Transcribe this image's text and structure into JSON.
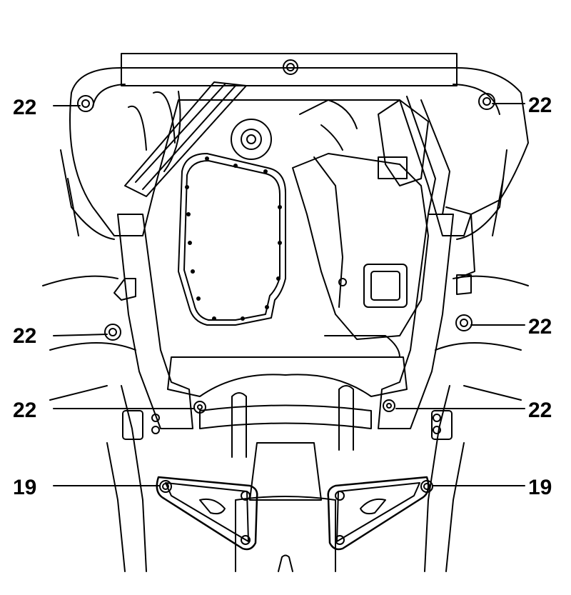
{
  "callouts": [
    {
      "id": "tl",
      "label": "22"
    },
    {
      "id": "tr",
      "label": "22"
    },
    {
      "id": "ml",
      "label": "22"
    },
    {
      "id": "mr",
      "label": "22"
    },
    {
      "id": "ll",
      "label": "22"
    },
    {
      "id": "lr",
      "label": "22"
    },
    {
      "id": "bl",
      "label": "19"
    },
    {
      "id": "br",
      "label": "19"
    }
  ],
  "colors": {
    "line": "#000000",
    "background": "#ffffff"
  }
}
